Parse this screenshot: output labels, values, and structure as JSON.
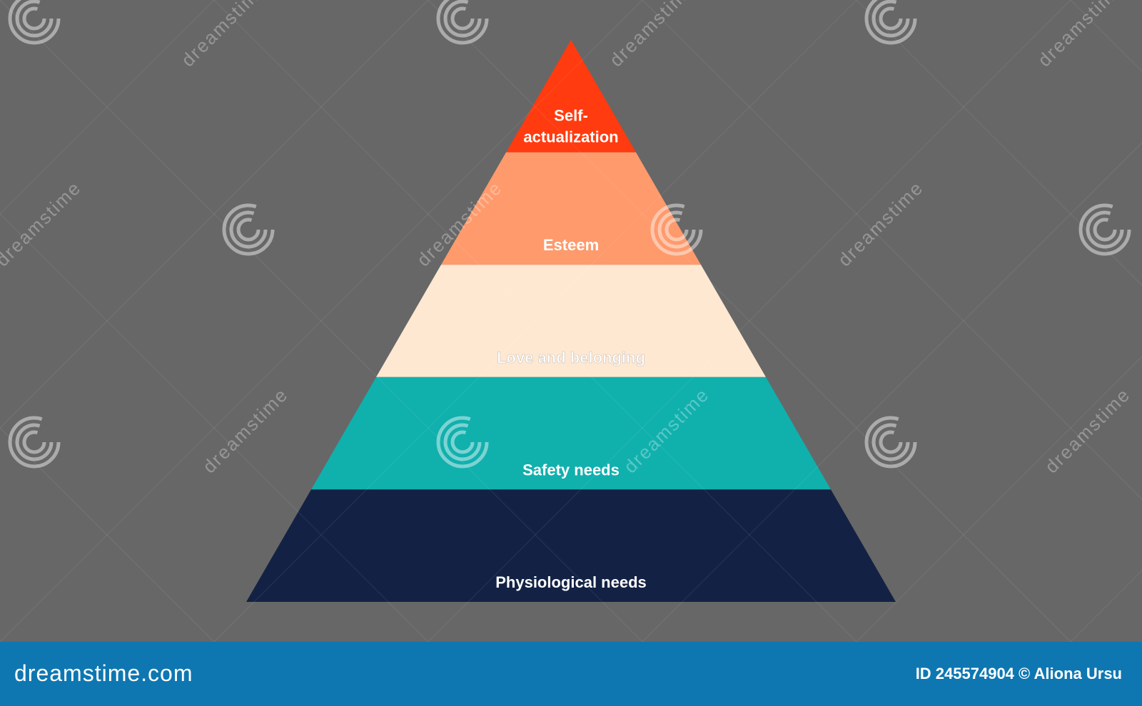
{
  "background_color": "#676767",
  "pyramid": {
    "levels": [
      {
        "label_lines": [
          "Self-",
          "actualization"
        ],
        "color": "#ff3b0f"
      },
      {
        "label_lines": [
          "Esteem"
        ],
        "color": "#fe9a6c"
      },
      {
        "label_lines": [
          "Love and belonging"
        ],
        "color": "#ffe8d2"
      },
      {
        "label_lines": [
          "Safety needs"
        ],
        "color": "#10b0ad"
      },
      {
        "label_lines": [
          "Physiological needs"
        ],
        "color": "#132244"
      }
    ]
  },
  "watermark": {
    "text": "dreamstime",
    "icon": "spiral-logo-icon"
  },
  "footer": {
    "brand": "dreamstime.com",
    "credit": "ID 245574904 © Aliona Ursu",
    "background_color": "#0e77b1"
  }
}
